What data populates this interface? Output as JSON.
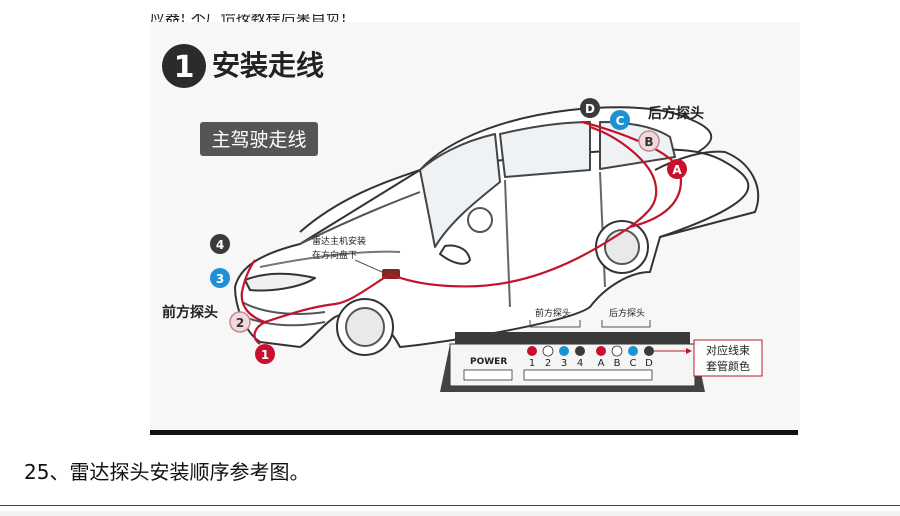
{
  "top_snippet": "应器! 不厂恰按教程后果自负!",
  "figure": {
    "step_number": "1",
    "step_title": "安装走线",
    "driver_route_label": "主驾驶走线",
    "host_note_line1": "雷达主机安装",
    "host_note_line2": "在方向盘下",
    "rear_sensors_label": "后方探头",
    "front_sensors_label": "前方探头",
    "rear_markers": [
      "D",
      "C",
      "B",
      "A"
    ],
    "front_markers": [
      "4",
      "3",
      "2",
      "1"
    ],
    "host_box": {
      "front_group_label": "前方探头",
      "rear_group_label": "后方探头",
      "power_label": "POWER",
      "port_labels": [
        "1",
        "2",
        "3",
        "4",
        "A",
        "B",
        "C",
        "D"
      ],
      "wire_color_note_line1": "对应线束",
      "wire_color_note_line2": "套管颜色"
    },
    "colors": {
      "red": "#c8102e",
      "blue": "#1e90d6",
      "pink_white": "#f1d9dc",
      "dark_gray": "#3a3a3a",
      "wire": "#c0152b"
    }
  },
  "caption": "25、雷达探头安装顺序参考图。"
}
